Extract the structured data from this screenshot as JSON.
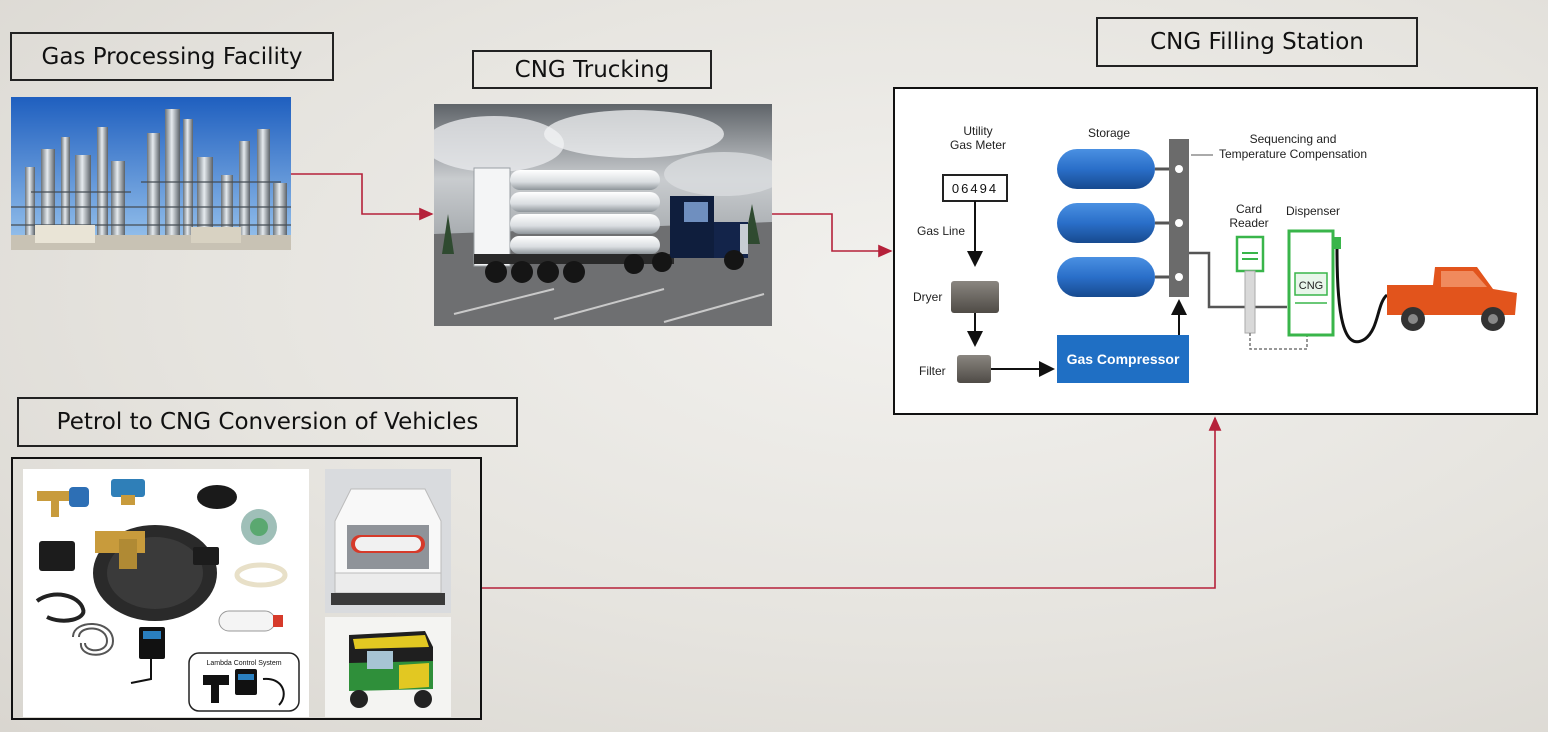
{
  "labels": {
    "gas_processing": "Gas Processing Facility",
    "cng_trucking": "CNG Trucking",
    "cng_filling": "CNG Filling Station",
    "conversion": "Petrol to CNG Conversion of Vehicles"
  },
  "station_diagram": {
    "utility_meter": "Utility\nGas Meter",
    "meter_reading": "06494",
    "gas_line": "Gas Line",
    "dryer": "Dryer",
    "filter": "Filter",
    "storage": "Storage",
    "sequencing": "Sequencing and\nTemperature Compensation",
    "card_reader": "Card\nReader",
    "dispenser": "Dispenser",
    "dispenser_tag": "CNG",
    "compressor": "Gas Compressor"
  },
  "conversion_kit": {
    "lambda_label": "Lambda Control System"
  },
  "colors": {
    "connector": "#b5213a",
    "storage_tank": "#2a6fc9",
    "compressor": "#1f6fc4",
    "dispenser": "#39b54a",
    "truck_car": "#e2541c"
  }
}
